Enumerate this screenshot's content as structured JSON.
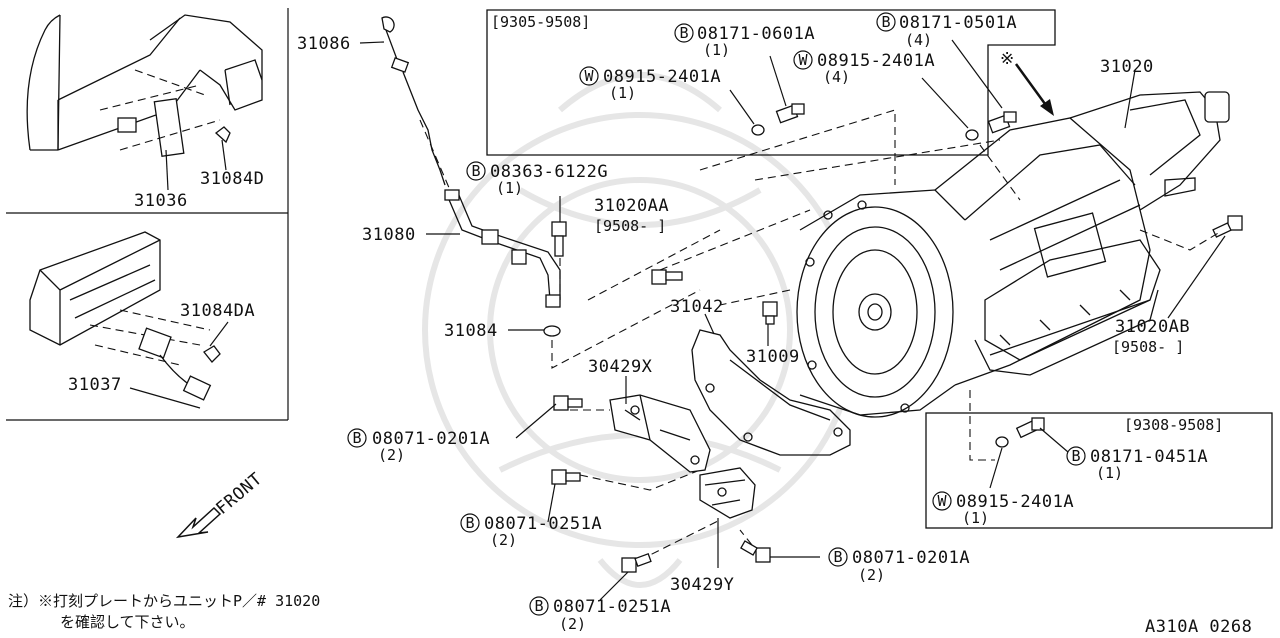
{
  "diagram": {
    "parts": {
      "p31086": "31086",
      "p31080": "31080",
      "p31084": "31084",
      "p31084D": "31084D",
      "p31036": "31036",
      "p31084DA": "31084DA",
      "p31037": "31037",
      "p31020": "31020",
      "p31020AA": "31020AA",
      "p31020AB": "31020AB",
      "p31042": "31042",
      "p31009": "31009",
      "p30429X": "30429X",
      "p30429Y": "30429Y"
    },
    "ranges": {
      "box_top": "[9305-9508]",
      "r31020AA": "[9508-     ]",
      "r31020AB": "[9508-     ]",
      "box_bottom": "[9308-9508]"
    },
    "fasteners": [
      {
        "prefix": "B",
        "code": "08171-0601A",
        "qty": "(1)"
      },
      {
        "prefix": "B",
        "code": "08171-0501A",
        "qty": "(4)"
      },
      {
        "prefix": "W",
        "code": "08915-2401A",
        "qty": "(1)"
      },
      {
        "prefix": "W",
        "code": "08915-2401A",
        "qty": "(4)"
      },
      {
        "prefix": "B",
        "code": "08363-6122G",
        "qty": "(1)"
      },
      {
        "prefix": "B",
        "code": "08071-0201A",
        "qty": "(2)"
      },
      {
        "prefix": "B",
        "code": "08071-0251A",
        "qty": "(2)"
      },
      {
        "prefix": "B",
        "code": "08071-0201A",
        "qty": "(2)"
      },
      {
        "prefix": "B",
        "code": "08071-0251A",
        "qty": "(2)"
      },
      {
        "prefix": "B",
        "code": "08171-0451A",
        "qty": "(1)"
      },
      {
        "prefix": "W",
        "code": "08915-2401A",
        "qty": "(1)"
      }
    ],
    "markers": {
      "asterisk": "※",
      "front": "FRONT"
    },
    "note": {
      "line1": "注）※打刻プレートからユニットP／# 31020",
      "line2": "を確認して下さい。"
    },
    "drawing_id": "A310A 0268"
  }
}
